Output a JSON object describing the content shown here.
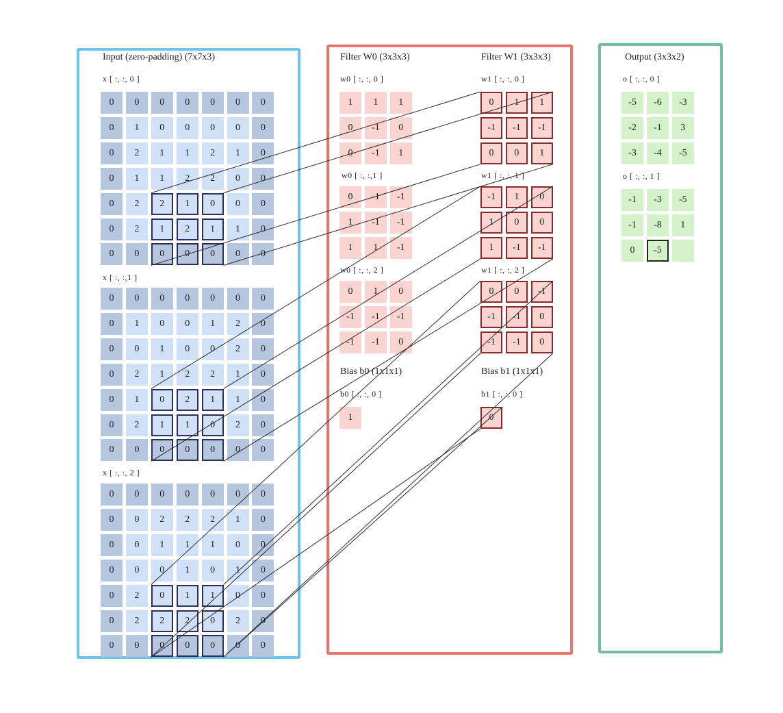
{
  "colors": {
    "input_border": "#6ec5e9",
    "filter_border": "#e8756c",
    "output_border": "#74bf99",
    "input_edge": "#b7c6df",
    "input_inner": "#cfe0f7",
    "filter_cell": "#fad4d0",
    "filter_hl_border": "#8a2a2a",
    "output_cell": "#d3f2c9",
    "hl_border": "#2a2f5e",
    "line": "#2b2b2b"
  },
  "input": {
    "title": "Input (zero-padding)  (7x7x3)",
    "slices": [
      {
        "label": "x [ :, :, 0 ]",
        "values": [
          [
            0,
            0,
            0,
            0,
            0,
            0,
            0
          ],
          [
            0,
            1,
            0,
            0,
            0,
            0,
            0
          ],
          [
            0,
            2,
            1,
            1,
            2,
            1,
            0
          ],
          [
            0,
            1,
            1,
            2,
            2,
            0,
            0
          ],
          [
            0,
            2,
            2,
            1,
            0,
            0,
            0
          ],
          [
            0,
            2,
            1,
            2,
            1,
            1,
            0
          ],
          [
            0,
            0,
            0,
            0,
            0,
            0,
            0
          ]
        ]
      },
      {
        "label": "x [ :, :,1 ]",
        "values": [
          [
            0,
            0,
            0,
            0,
            0,
            0,
            0
          ],
          [
            0,
            1,
            0,
            0,
            1,
            2,
            0
          ],
          [
            0,
            0,
            1,
            0,
            0,
            2,
            0
          ],
          [
            0,
            2,
            1,
            2,
            2,
            1,
            0
          ],
          [
            0,
            1,
            0,
            2,
            1,
            1,
            0
          ],
          [
            0,
            2,
            1,
            1,
            0,
            2,
            0
          ],
          [
            0,
            0,
            0,
            0,
            0,
            0,
            0
          ]
        ]
      },
      {
        "label": "x [ :, :, 2 ]",
        "values": [
          [
            0,
            0,
            0,
            0,
            0,
            0,
            0
          ],
          [
            0,
            0,
            2,
            2,
            2,
            1,
            0
          ],
          [
            0,
            0,
            1,
            1,
            1,
            0,
            0
          ],
          [
            0,
            0,
            0,
            1,
            0,
            1,
            0
          ],
          [
            0,
            2,
            0,
            1,
            1,
            0,
            0
          ],
          [
            0,
            2,
            2,
            2,
            0,
            2,
            0
          ],
          [
            0,
            0,
            0,
            0,
            0,
            0,
            0
          ]
        ]
      }
    ],
    "highlight": {
      "row": 4,
      "col": 2,
      "size": 3
    }
  },
  "filters": [
    {
      "title": "Filter W0  (3x3x3)",
      "highlighted": false,
      "slices": [
        {
          "label": "w0 [ :, :, 0 ]",
          "values": [
            [
              1,
              1,
              1
            ],
            [
              0,
              -1,
              0
            ],
            [
              0,
              -1,
              1
            ]
          ]
        },
        {
          "label": "w0 [ :, :,1 ]",
          "values": [
            [
              0,
              -1,
              -1
            ],
            [
              1,
              -1,
              -1
            ],
            [
              1,
              1,
              -1
            ]
          ]
        },
        {
          "label": "w0 [ :, :, 2 ]",
          "values": [
            [
              0,
              1,
              0
            ],
            [
              -1,
              -1,
              -1
            ],
            [
              -1,
              -1,
              0
            ]
          ]
        }
      ],
      "bias_title": "Bias b0  (1x1x1)",
      "bias_label": "b0 [ :, :, 0 ]",
      "bias_value": 1
    },
    {
      "title": "Filter W1  (3x3x3)",
      "highlighted": true,
      "slices": [
        {
          "label": "w1 [ :, :, 0 ]",
          "values": [
            [
              0,
              1,
              1
            ],
            [
              -1,
              -1,
              -1
            ],
            [
              0,
              0,
              1
            ]
          ]
        },
        {
          "label": "w1 [ :, :, 1 ]",
          "values": [
            [
              -1,
              1,
              0
            ],
            [
              1,
              0,
              0
            ],
            [
              1,
              -1,
              -1
            ]
          ]
        },
        {
          "label": "w1 [ :, :, 2 ]",
          "values": [
            [
              0,
              0,
              -1
            ],
            [
              -1,
              -1,
              0
            ],
            [
              -1,
              -1,
              0
            ]
          ]
        }
      ],
      "bias_title": "Bias b1  (1x1x1)",
      "bias_label": "b1 [ :, :, 0 ]",
      "bias_value": 0
    }
  ],
  "output": {
    "title": "Output  (3x3x2)",
    "slices": [
      {
        "label": "o [ :, :, 0 ]",
        "values": [
          [
            -5,
            -6,
            -3
          ],
          [
            -2,
            -1,
            3
          ],
          [
            -3,
            -4,
            -5
          ]
        ]
      },
      {
        "label": "o [ :, :, 1 ]",
        "values": [
          [
            -1,
            -3,
            -5
          ],
          [
            -1,
            -8,
            1
          ],
          [
            0,
            -5,
            ""
          ]
        ]
      }
    ],
    "highlight": {
      "slice": 1,
      "row": 2,
      "col": 1
    }
  }
}
